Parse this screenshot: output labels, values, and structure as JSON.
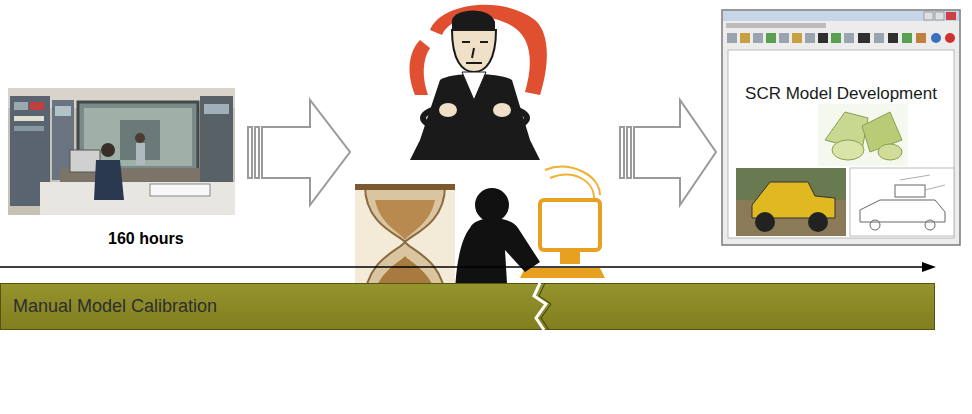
{
  "diagram": {
    "nodes": [
      {
        "text": [
          "SCR Model Development"
        ]
      },
      {
        "text": [
          "Manual Model Calibration"
        ]
      }
    ],
    "labels": [
      "160 hours"
    ]
  }
}
